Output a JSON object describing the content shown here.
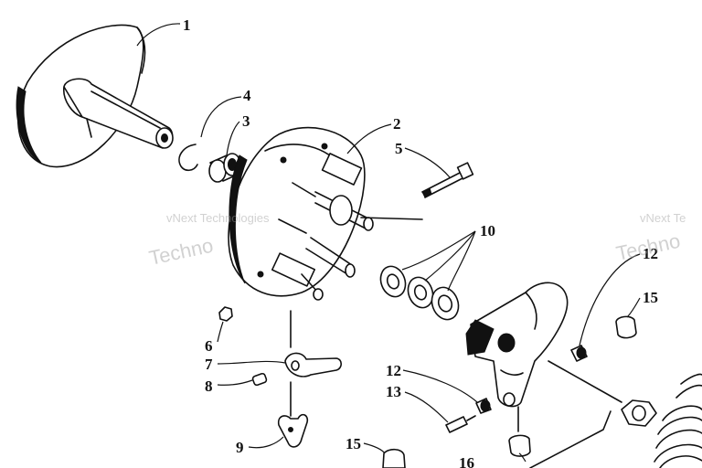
{
  "callouts": {
    "c1": "1",
    "c2": "2",
    "c3": "3",
    "c4": "4",
    "c5": "5",
    "c6": "6",
    "c7": "7",
    "c8": "8",
    "c9": "9",
    "c10": "10",
    "c12a": "12",
    "c12b": "12",
    "c13": "13",
    "c15a": "15",
    "c15b": "15",
    "c16": "16"
  },
  "watermark": {
    "left_text": "vNext Technologies",
    "left_big": "Techno",
    "right_text": "vNext Te",
    "right_big": "Techno"
  }
}
